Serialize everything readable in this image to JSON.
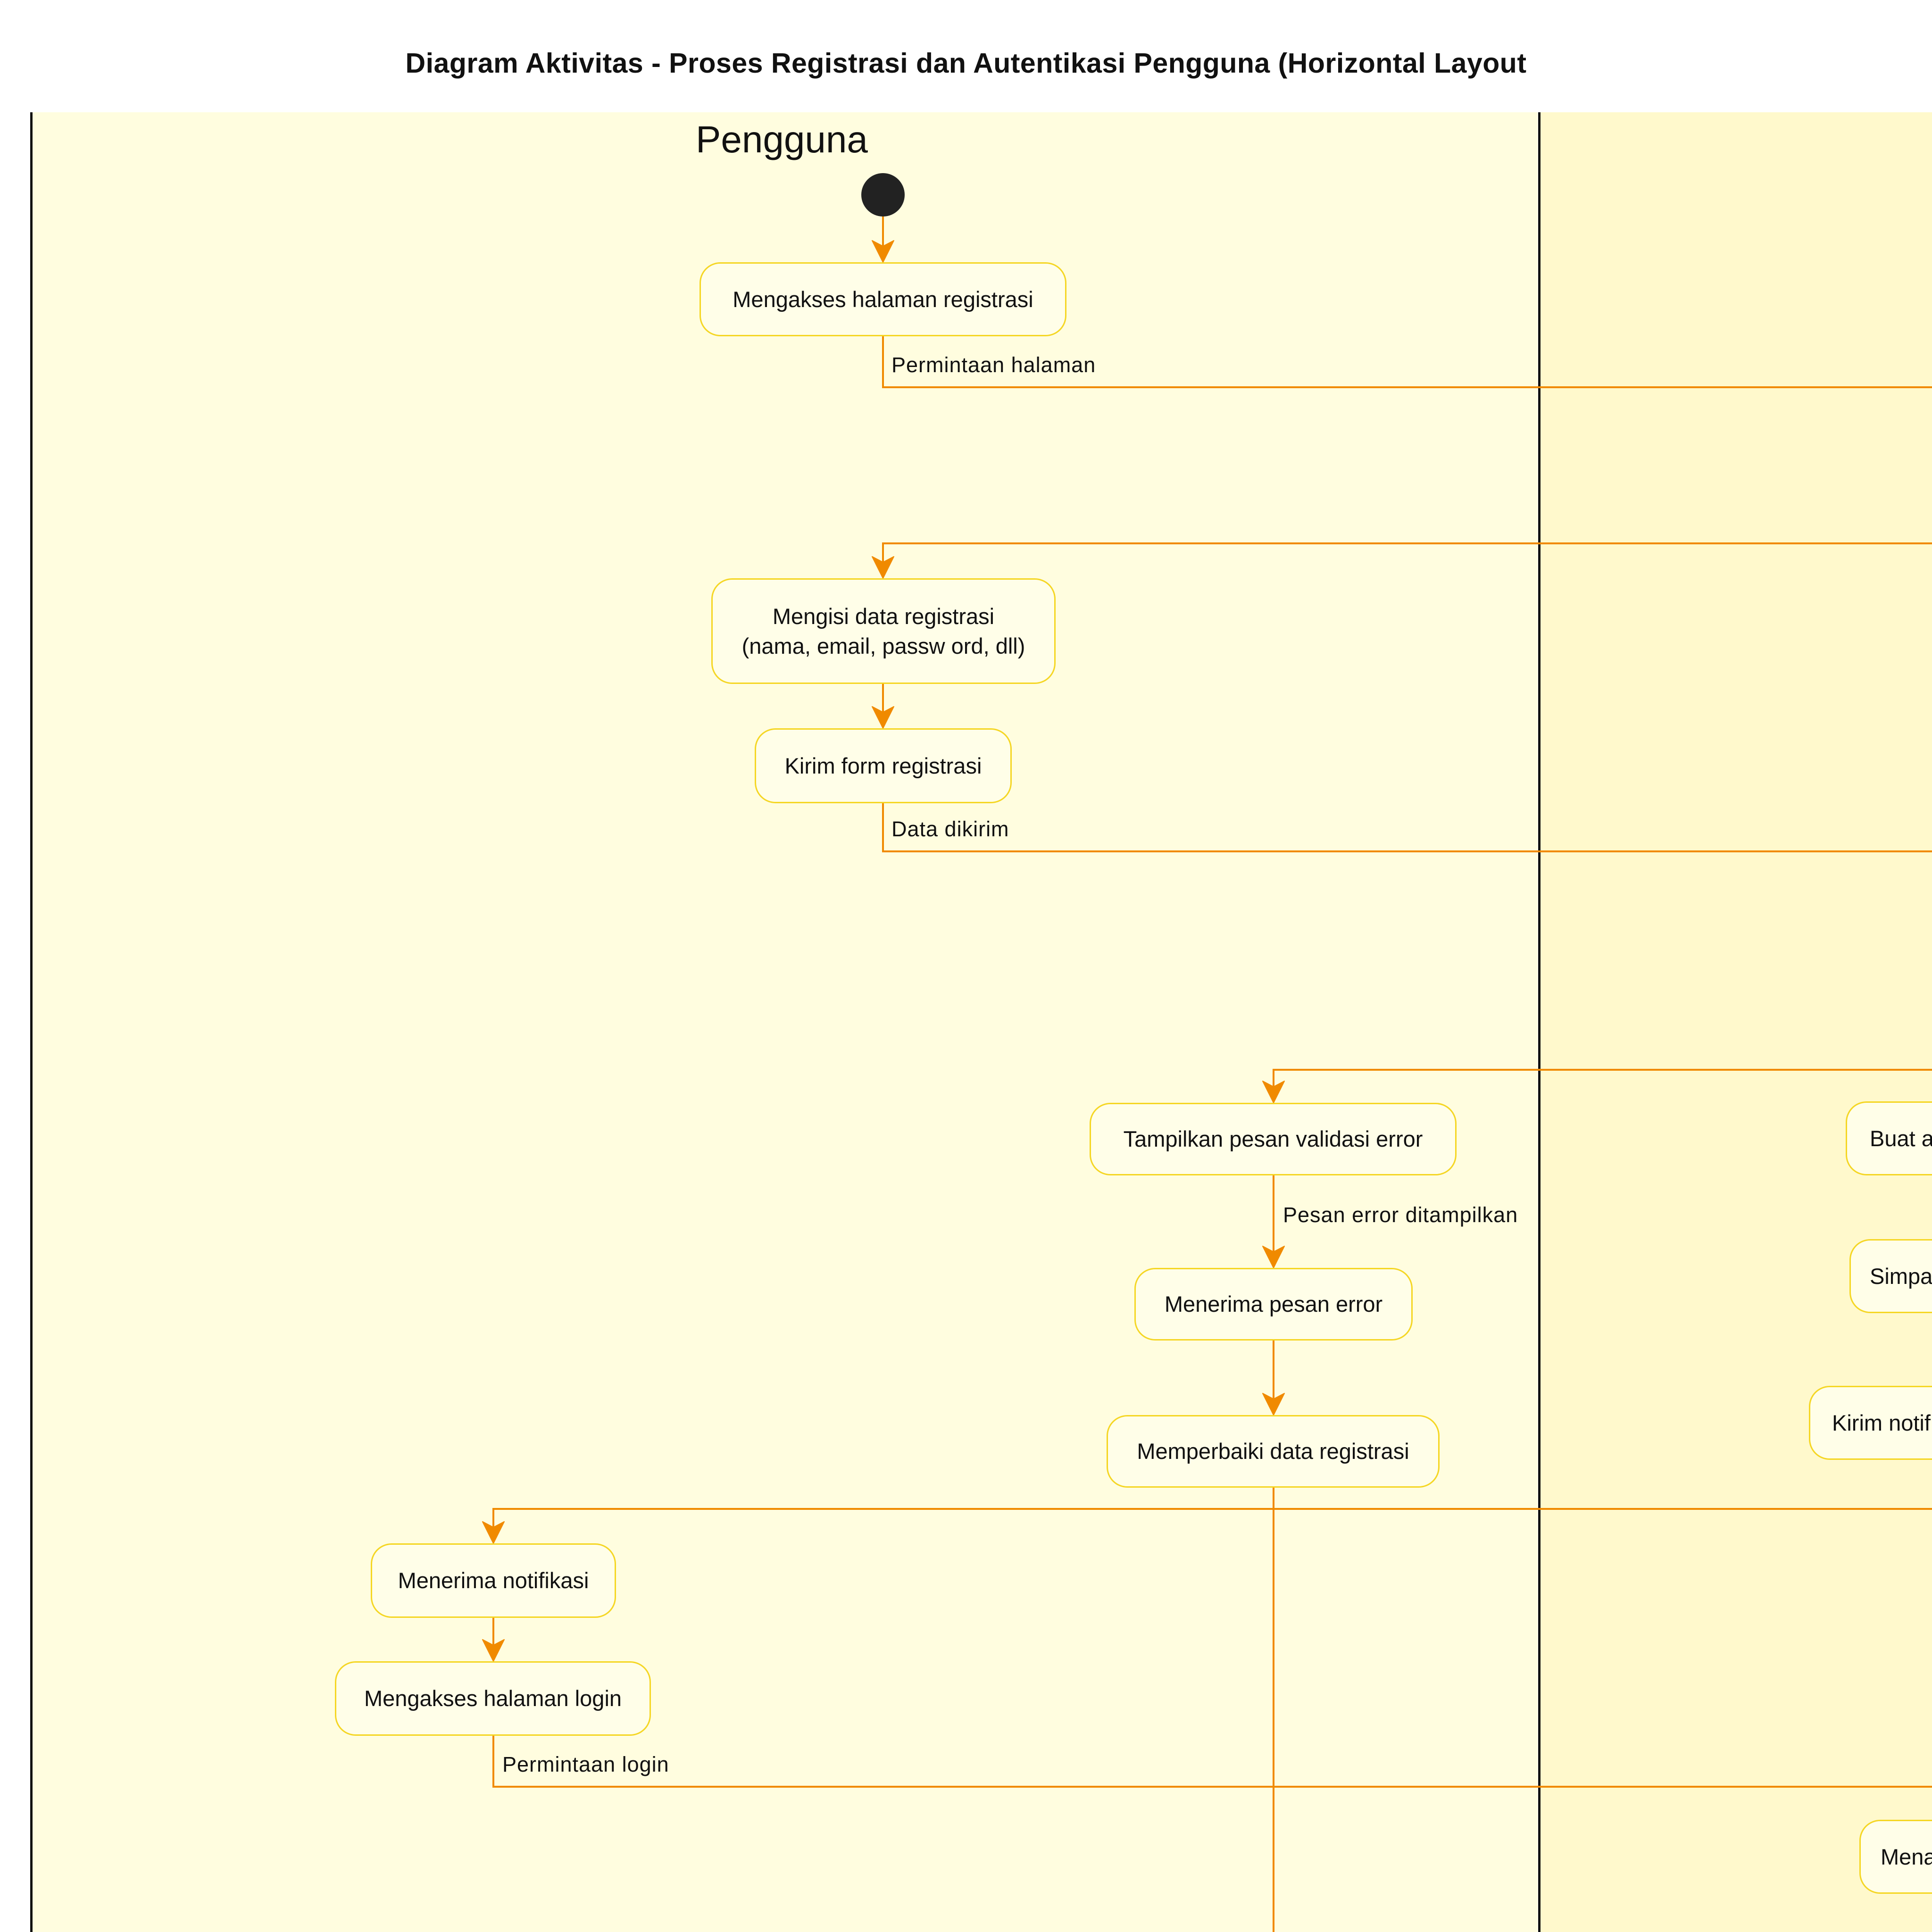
{
  "title": "Diagram Aktivitas - Proses Registrasi dan Autentikasi Pengguna (Horizontal Layout",
  "lanes": {
    "user": "Pengguna"
  },
  "activities": {
    "access_register": "Mengakses halaman registrasi",
    "fill_data_1": "Mengisi data registrasi",
    "fill_data_2": "(nama, email, passw ord, dll)",
    "send_form": "Kirim form registrasi",
    "show_error": "Tampilkan pesan validasi error",
    "receive_error": "Menerima pesan error",
    "fix_data": "Memperbaiki data registrasi",
    "receive_notif": "Menerima notifikasi",
    "access_login": "Mengakses halaman login",
    "create_partial": "Buat a",
    "save_partial": "Simpa",
    "send_notif_partial": "Kirim notif",
    "receive_partial": "Mena"
  },
  "flow_labels": {
    "page_request": "Permintaan halaman",
    "data_sent": "Data dikirim",
    "error_shown": "Pesan error ditampilkan",
    "login_request": "Permintaan login"
  },
  "colors": {
    "arrow": "#F08A00",
    "lane_user": "#FFFDDF",
    "lane_system": "#FFF9CC",
    "activity_fill": "#FFFEE8",
    "activity_border": "#F5D623"
  }
}
